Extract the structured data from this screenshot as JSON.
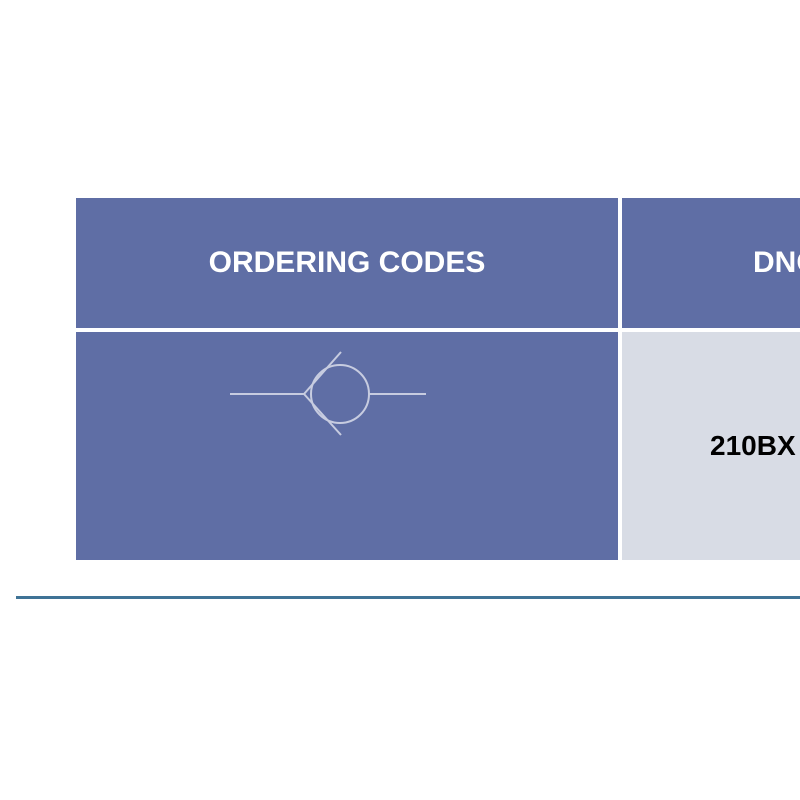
{
  "table": {
    "header": {
      "col1": "ORDERING CODES",
      "col2": "DNG"
    },
    "rows": [
      {
        "symbol_icon": "check-valve-symbol-icon",
        "code": "210BX"
      }
    ]
  },
  "colors": {
    "header_bg": "#5f6ea5",
    "cell_bg": "#d8dce5",
    "rule": "#3f7396",
    "symbol_stroke": "#c7cce0"
  }
}
